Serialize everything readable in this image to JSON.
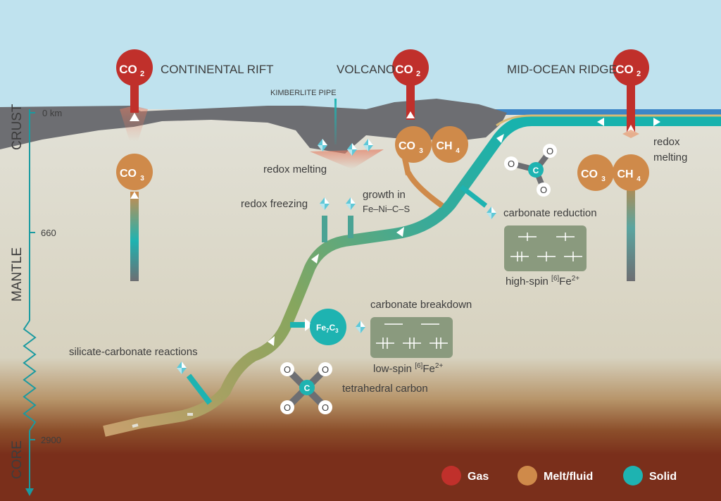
{
  "labels": {
    "continental_rift": "CONTINENTAL RIFT",
    "volcano": "VOLCANO",
    "mid_ocean_ridge": "MID-OCEAN RIDGE",
    "kimberlite_pipe": "KIMBERLITE PIPE",
    "redox_melting_center": "redox melting",
    "redox_melting_right_1": "redox",
    "redox_melting_right_2": "melting",
    "redox_freezing": "redox freezing",
    "growth_in": "growth in",
    "fe_ni_c_s": "Fe–Ni–C–S",
    "carbonate_reduction": "carbonate reduction",
    "high_spin_prefix": "high-spin ",
    "high_spin_sup1": "[6]",
    "high_spin_fe": "Fe",
    "high_spin_sup2": "2+",
    "carbonate_breakdown": "carbonate breakdown",
    "low_spin_prefix": "low-spin ",
    "low_spin_sup1": "[6]",
    "low_spin_fe": "Fe",
    "low_spin_sup2": "2+",
    "silicate_carbonate": "silicate-carbonate reactions",
    "tetrahedral_carbon": "tetrahedral carbon"
  },
  "depth_axis": {
    "crust": "CRUST",
    "mantle": "MANTLE",
    "core": "CORE",
    "tick_0": "0 km",
    "tick_660": "660",
    "tick_2900": "2900"
  },
  "species": {
    "co2_main": "CO",
    "co2_sub": "2",
    "co3_main": "CO",
    "co3_sub": "3",
    "ch4_main": "CH",
    "ch4_sub": "4",
    "fe7c3_fe": "Fe",
    "fe7c3_7": "7",
    "fe7c3_c": "C",
    "fe7c3_3": "3",
    "carbon": "C",
    "oxygen": "O"
  },
  "legend": {
    "gas": "Gas",
    "melt": "Melt/fluid",
    "solid": "Solid",
    "gas_color": "#c0302b",
    "melt_color": "#cf8a4a",
    "solid_color": "#1eb3b1"
  },
  "colors": {
    "sky": "#bfe2ee",
    "crust": "#6d6e72",
    "mantle": "#e2e1d7",
    "core": "#7a2f1b",
    "axis": "#1a9aa0",
    "box": "#8a9a7e",
    "slab_teal": "#18b2ad",
    "slab_green": "#86a65e",
    "slab_tan": "#c9a06e"
  }
}
